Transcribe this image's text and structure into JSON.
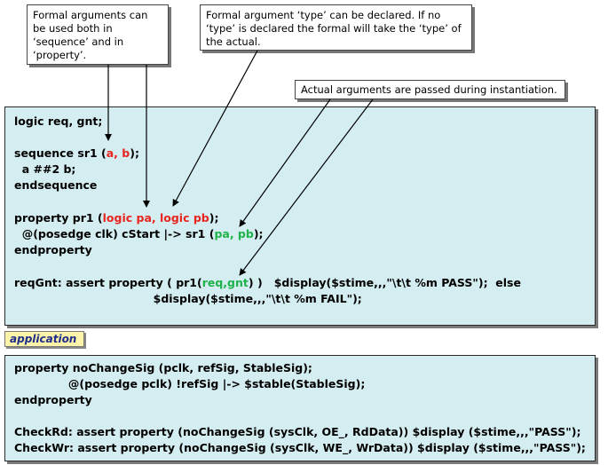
{
  "callouts": [
    {
      "id": "c1",
      "text": "Formal arguments can be used both in ‘sequence’ and in ‘property’."
    },
    {
      "id": "c2",
      "text": "Formal argument ‘type’ can be declared. If no ‘type’ is declared the formal will take the ‘type’ of the actual."
    },
    {
      "id": "c3",
      "text": "Actual arguments are passed during instantiation."
    }
  ],
  "code1": {
    "line1": "logic req, gnt;",
    "seq_head": "sequence sr1 (",
    "seq_args": "a, b",
    "seq_tail": ");",
    "seq_body": "  a ##2 b;",
    "seq_end": "endsequence",
    "prop_head": "property pr1 (",
    "prop_args": "logic pa, logic pb",
    "prop_tail": ");",
    "prop_body_head": "  @(posedge clk) cStart |-> sr1 (",
    "prop_body_args": "pa, pb",
    "prop_body_tail": ");",
    "prop_end": "endproperty",
    "assert_head": "reqGnt: assert property ( pr1(",
    "assert_args": "req,gnt",
    "assert_tail": ") )   $display($stime,,,\"\\t\\t %m PASS\");  else",
    "assert_line2": "                                    $display($stime,,,\"\\t\\t %m FAIL\");"
  },
  "application_label": "application",
  "code2": {
    "line1": "property noChangeSig (pclk, refSig, StableSig);",
    "line2": "              @(posedge pclk) !refSig |-> $stable(StableSig);",
    "line3": "endproperty",
    "line4": "CheckRd: assert property (noChangeSig (sysClk, OE_, RdData)) $display ($stime,,,\"PASS\");",
    "line5": "CheckWr: assert property (noChangeSig (sysClk, WE_, WrData)) $display ($stime,,,\"PASS\");"
  },
  "colors": {
    "panel_bg": "#d4edf0",
    "formal_arg": "#e8251f",
    "actual_arg": "#1eb24a",
    "label_bg": "#fdf3a9"
  }
}
